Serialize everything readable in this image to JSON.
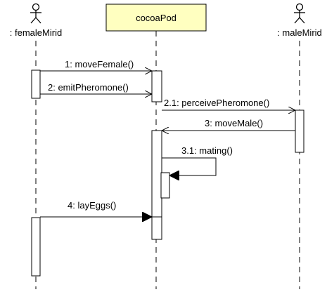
{
  "lifelines": {
    "female": {
      "label": ": femaleMirid"
    },
    "pod": {
      "label": "cocoaPod"
    },
    "male": {
      "label": ": maleMirid"
    }
  },
  "messages": {
    "m1": "1: moveFemale()",
    "m2": "2: emitPheromone()",
    "m21": "2.1: perceivePheromone()",
    "m3": "3: moveMale()",
    "m31": "3.1: mating()",
    "m4": "4: layEggs()"
  },
  "colors": {
    "pod_box_fill": "#ffffc0",
    "line": "#000000",
    "background": "#ffffff"
  }
}
